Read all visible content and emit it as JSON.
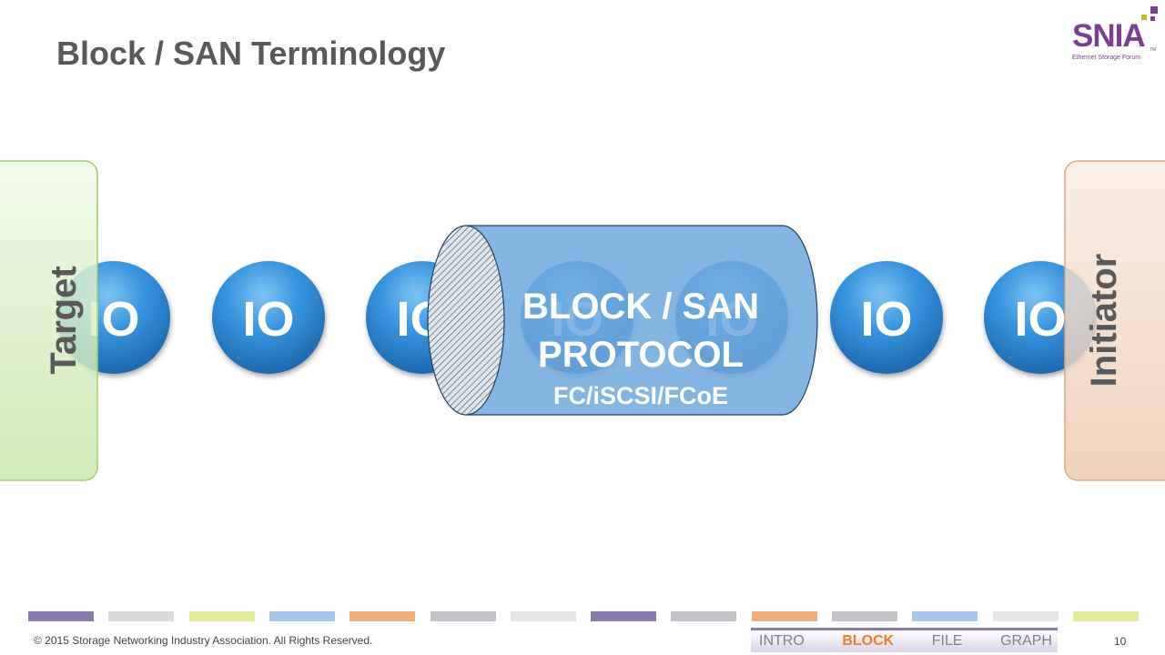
{
  "slide": {
    "title": "Block / SAN Terminology",
    "page_number": "10",
    "copyright": "© 2015 Storage Networking Industry Association. All Rights Reserved."
  },
  "logo": {
    "name": "SNIA",
    "tm": "TM",
    "tagline": "Ethernet Storage Forum"
  },
  "diagram": {
    "target_label": "Target",
    "initiator_label": "Initiator",
    "io_label": "IO",
    "io_count": 7,
    "protocol_line1": "BLOCK / SAN",
    "protocol_line2": "PROTOCOL",
    "protocol_line3": "FC/iSCSI/FCoE",
    "colors": {
      "target_fill": "#d6efc0",
      "initiator_fill": "#f3d8c4",
      "io_blue": "#2e86d2",
      "tube_blue": "#6fa8dc"
    }
  },
  "footer_strip_colors": [
    "#8a7cae",
    "#d9d9d9",
    "#e2ea9e",
    "#a6c7e6",
    "#f0b07e",
    "#c2c2c8",
    "#e6e6e6",
    "#8a7cae",
    "#c2c2c8",
    "#f0b07e",
    "#c2c2c8",
    "#a6c7e6",
    "#e6e6e6",
    "#e2ea9e"
  ],
  "nav": {
    "items": [
      {
        "label": "INTRO",
        "active": false
      },
      {
        "label": "BLOCK",
        "active": true
      },
      {
        "label": "FILE",
        "active": false
      },
      {
        "label": "GRAPH",
        "active": false
      }
    ]
  }
}
